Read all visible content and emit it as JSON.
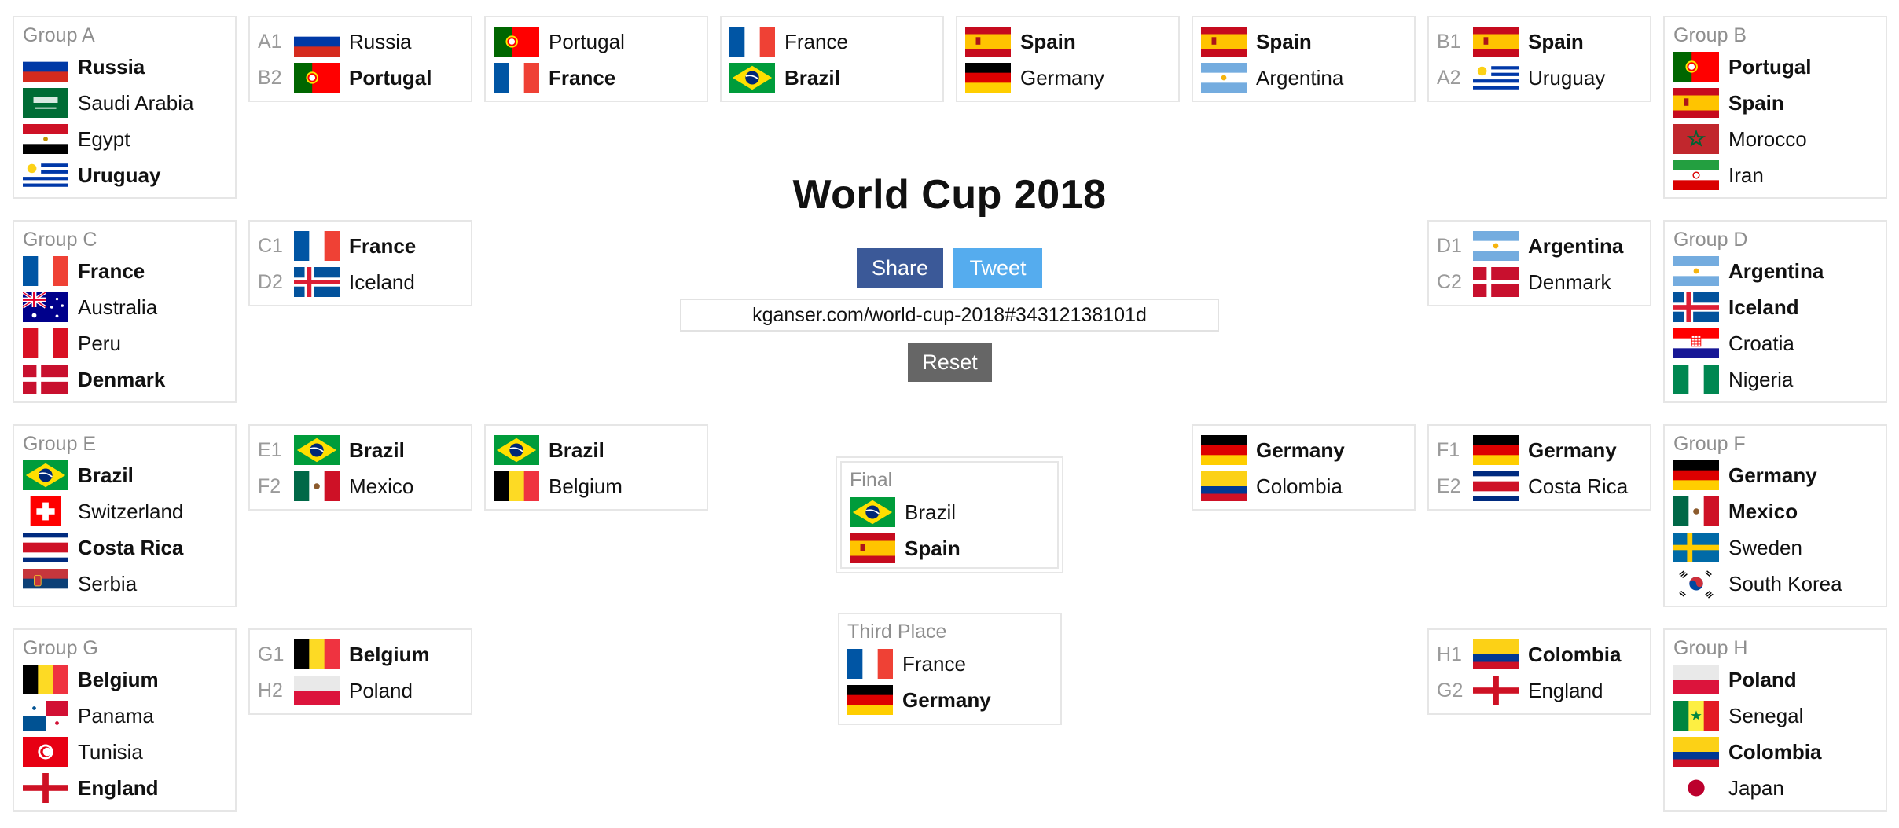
{
  "title": "World Cup 2018",
  "buttons": {
    "share": "Share",
    "tweet": "Tweet",
    "reset": "Reset"
  },
  "share_url": "kganser.com/world-cup-2018#34312138101d",
  "groups": [
    {
      "label": "Group A",
      "teams": [
        {
          "name": "Russia",
          "flag": "russia",
          "adv": true
        },
        {
          "name": "Saudi Arabia",
          "flag": "saudi-arabia",
          "adv": false
        },
        {
          "name": "Egypt",
          "flag": "egypt",
          "adv": false
        },
        {
          "name": "Uruguay",
          "flag": "uruguay",
          "adv": true
        }
      ]
    },
    {
      "label": "Group B",
      "teams": [
        {
          "name": "Portugal",
          "flag": "portugal",
          "adv": true
        },
        {
          "name": "Spain",
          "flag": "spain",
          "adv": true
        },
        {
          "name": "Morocco",
          "flag": "morocco",
          "adv": false
        },
        {
          "name": "Iran",
          "flag": "iran",
          "adv": false
        }
      ]
    },
    {
      "label": "Group C",
      "teams": [
        {
          "name": "France",
          "flag": "france",
          "adv": true
        },
        {
          "name": "Australia",
          "flag": "australia",
          "adv": false
        },
        {
          "name": "Peru",
          "flag": "peru",
          "adv": false
        },
        {
          "name": "Denmark",
          "flag": "denmark",
          "adv": true
        }
      ]
    },
    {
      "label": "Group D",
      "teams": [
        {
          "name": "Argentina",
          "flag": "argentina",
          "adv": true
        },
        {
          "name": "Iceland",
          "flag": "iceland",
          "adv": true
        },
        {
          "name": "Croatia",
          "flag": "croatia",
          "adv": false
        },
        {
          "name": "Nigeria",
          "flag": "nigeria",
          "adv": false
        }
      ]
    },
    {
      "label": "Group E",
      "teams": [
        {
          "name": "Brazil",
          "flag": "brazil",
          "adv": true
        },
        {
          "name": "Switzerland",
          "flag": "switzerland",
          "adv": false
        },
        {
          "name": "Costa Rica",
          "flag": "costa-rica",
          "adv": true
        },
        {
          "name": "Serbia",
          "flag": "serbia",
          "adv": false
        }
      ]
    },
    {
      "label": "Group F",
      "teams": [
        {
          "name": "Germany",
          "flag": "germany",
          "adv": true
        },
        {
          "name": "Mexico",
          "flag": "mexico",
          "adv": true
        },
        {
          "name": "Sweden",
          "flag": "sweden",
          "adv": false
        },
        {
          "name": "South Korea",
          "flag": "south-korea",
          "adv": false
        }
      ]
    },
    {
      "label": "Group G",
      "teams": [
        {
          "name": "Belgium",
          "flag": "belgium",
          "adv": true
        },
        {
          "name": "Panama",
          "flag": "panama",
          "adv": false
        },
        {
          "name": "Tunisia",
          "flag": "tunisia",
          "adv": false
        },
        {
          "name": "England",
          "flag": "england",
          "adv": true
        }
      ]
    },
    {
      "label": "Group H",
      "teams": [
        {
          "name": "Poland",
          "flag": "poland",
          "adv": true
        },
        {
          "name": "Senegal",
          "flag": "senegal",
          "adv": false
        },
        {
          "name": "Colombia",
          "flag": "colombia",
          "adv": true
        },
        {
          "name": "Japan",
          "flag": "japan",
          "adv": false
        }
      ]
    }
  ],
  "round_of_16": [
    {
      "id": "a1-b2",
      "teams": [
        {
          "seed": "A1",
          "name": "Russia",
          "flag": "russia",
          "win": false
        },
        {
          "seed": "B2",
          "name": "Portugal",
          "flag": "portugal",
          "win": true
        }
      ]
    },
    {
      "id": "b1-a2",
      "teams": [
        {
          "seed": "B1",
          "name": "Spain",
          "flag": "spain",
          "win": true
        },
        {
          "seed": "A2",
          "name": "Uruguay",
          "flag": "uruguay",
          "win": false
        }
      ]
    },
    {
      "id": "c1-d2",
      "teams": [
        {
          "seed": "C1",
          "name": "France",
          "flag": "france",
          "win": true
        },
        {
          "seed": "D2",
          "name": "Iceland",
          "flag": "iceland",
          "win": false
        }
      ]
    },
    {
      "id": "d1-c2",
      "teams": [
        {
          "seed": "D1",
          "name": "Argentina",
          "flag": "argentina",
          "win": true
        },
        {
          "seed": "C2",
          "name": "Denmark",
          "flag": "denmark",
          "win": false
        }
      ]
    },
    {
      "id": "e1-f2",
      "teams": [
        {
          "seed": "E1",
          "name": "Brazil",
          "flag": "brazil",
          "win": true
        },
        {
          "seed": "F2",
          "name": "Mexico",
          "flag": "mexico",
          "win": false
        }
      ]
    },
    {
      "id": "f1-e2",
      "teams": [
        {
          "seed": "F1",
          "name": "Germany",
          "flag": "germany",
          "win": true
        },
        {
          "seed": "E2",
          "name": "Costa Rica",
          "flag": "costa-rica",
          "win": false
        }
      ]
    },
    {
      "id": "g1-h2",
      "teams": [
        {
          "seed": "G1",
          "name": "Belgium",
          "flag": "belgium",
          "win": true
        },
        {
          "seed": "H2",
          "name": "Poland",
          "flag": "poland",
          "win": false
        }
      ]
    },
    {
      "id": "h1-g2",
      "teams": [
        {
          "seed": "H1",
          "name": "Colombia",
          "flag": "colombia",
          "win": true
        },
        {
          "seed": "G2",
          "name": "England",
          "flag": "england",
          "win": false
        }
      ]
    }
  ],
  "quarterfinals": [
    {
      "id": "qf-left-top",
      "teams": [
        {
          "name": "Portugal",
          "flag": "portugal",
          "win": false
        },
        {
          "name": "France",
          "flag": "france",
          "win": true
        }
      ]
    },
    {
      "id": "qf-right-top",
      "teams": [
        {
          "name": "Spain",
          "flag": "spain",
          "win": true
        },
        {
          "name": "Argentina",
          "flag": "argentina",
          "win": false
        }
      ]
    },
    {
      "id": "qf-left-bottom",
      "teams": [
        {
          "name": "Brazil",
          "flag": "brazil",
          "win": true
        },
        {
          "name": "Belgium",
          "flag": "belgium",
          "win": false
        }
      ]
    },
    {
      "id": "qf-right-bottom",
      "teams": [
        {
          "name": "Germany",
          "flag": "germany",
          "win": true
        },
        {
          "name": "Colombia",
          "flag": "colombia",
          "win": false
        }
      ]
    }
  ],
  "semifinals": [
    {
      "id": "sf-left",
      "teams": [
        {
          "name": "France",
          "flag": "france",
          "win": false
        },
        {
          "name": "Brazil",
          "flag": "brazil",
          "win": true
        }
      ]
    },
    {
      "id": "sf-right",
      "teams": [
        {
          "name": "Spain",
          "flag": "spain",
          "win": true
        },
        {
          "name": "Germany",
          "flag": "germany",
          "win": false
        }
      ]
    }
  ],
  "final": {
    "label": "Final",
    "teams": [
      {
        "name": "Brazil",
        "flag": "brazil",
        "win": false
      },
      {
        "name": "Spain",
        "flag": "spain",
        "win": true
      }
    ]
  },
  "third_place": {
    "label": "Third Place",
    "teams": [
      {
        "name": "France",
        "flag": "france",
        "win": false
      },
      {
        "name": "Germany",
        "flag": "germany",
        "win": true
      }
    ]
  },
  "colors": {
    "share_bg": "#3b5998",
    "tweet_bg": "#55acee",
    "reset_bg": "#666666",
    "border": "#e6e6e6",
    "muted": "#8e8e8e"
  }
}
